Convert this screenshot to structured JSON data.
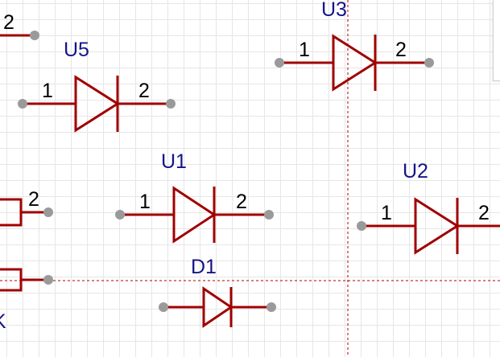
{
  "canvas": {
    "crosshair_color": "#b00000",
    "wire_color": "#a00000",
    "ref_color": "#15158a"
  },
  "components": {
    "u5": {
      "ref": "U5",
      "pin1": "1",
      "pin2": "2"
    },
    "u3": {
      "ref": "U3",
      "pin1": "1",
      "pin2": "2"
    },
    "u1": {
      "ref": "U1",
      "pin1": "1",
      "pin2": "2"
    },
    "u2": {
      "ref": "U2",
      "pin1": "1",
      "pin2": "2"
    },
    "d1": {
      "ref": "D1"
    },
    "partial_top": {
      "pin2": "2"
    },
    "partial_mid": {
      "pin2": "2"
    },
    "partial_bottom": {
      "ref_fragment": "K"
    }
  }
}
